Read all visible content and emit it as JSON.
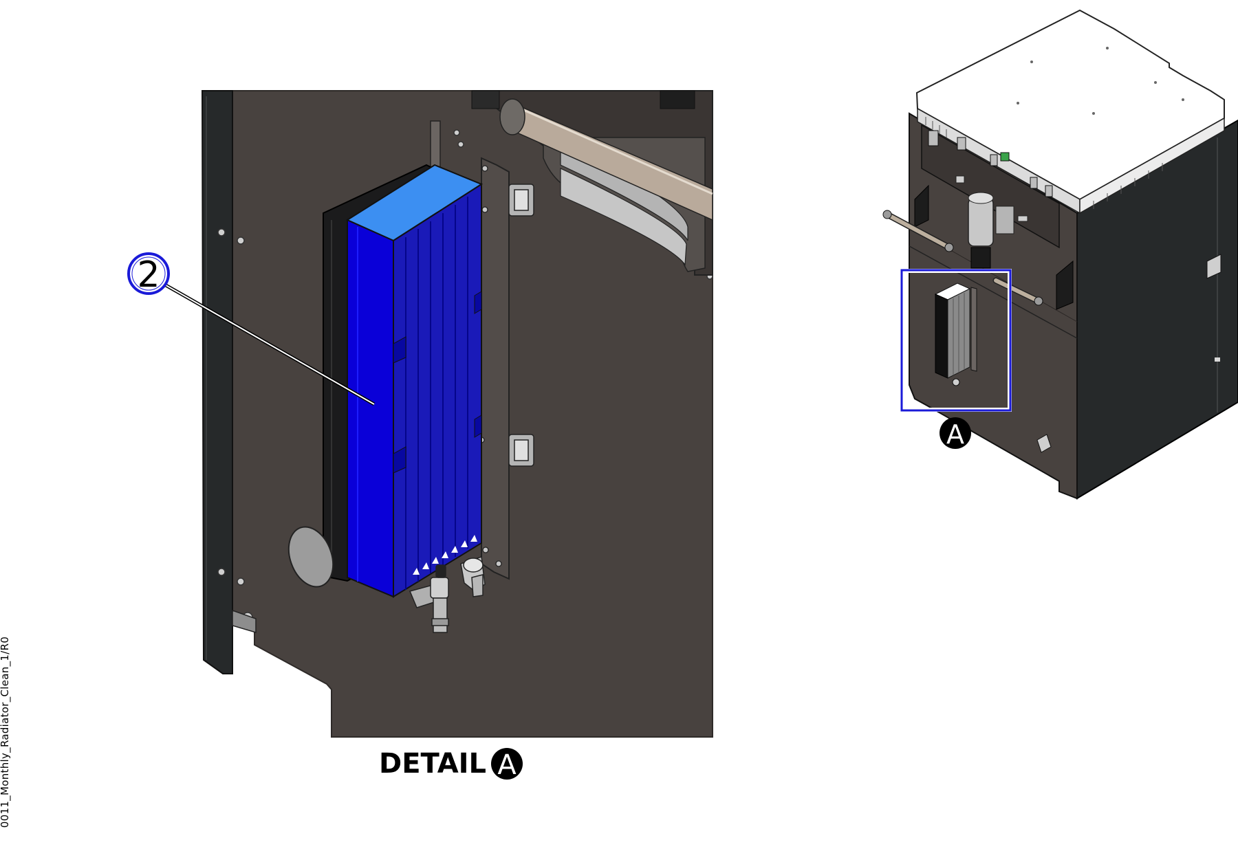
{
  "drawing_id": "0011_Monthly_Radiator_Clean_1/R0",
  "detail": {
    "title_word": "DETAIL",
    "letter": "A"
  },
  "callout": {
    "item_number": "2"
  },
  "overview": {
    "detail_letter": "A"
  },
  "colors": {
    "panel": "#48423f",
    "frame": "#26292a",
    "radiator_front": "#0a00d8",
    "radiator_top": "#3c8ff2",
    "radiator_side": "#1a1aa8",
    "highlight_box": "#1a1ad8",
    "balloon_blue": "#1a1ad8",
    "label_black": "#000000"
  }
}
